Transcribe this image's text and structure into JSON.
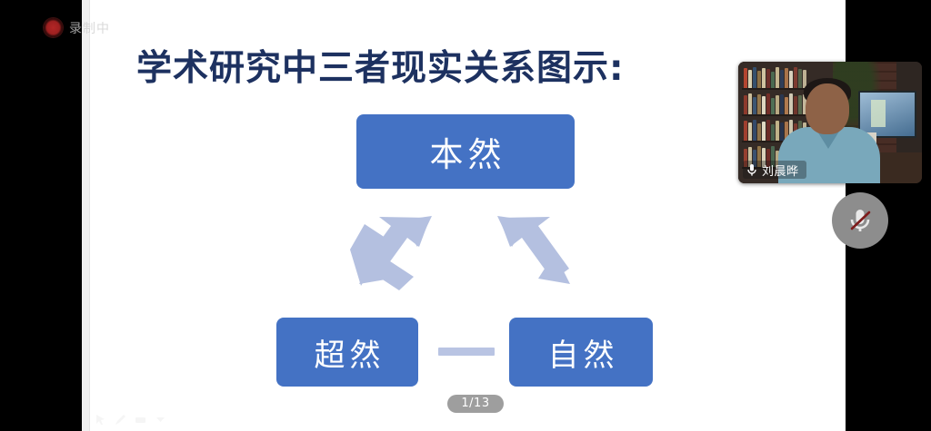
{
  "recording": {
    "label": "录制中",
    "dot_color": "#a02323"
  },
  "slide": {
    "title": "学术研究中三者现实关系图示:",
    "title_color": "#1d3160",
    "node_color": "#4472c4",
    "arrow_color": "#b4c0e0",
    "page_indicator": "1/13",
    "nodes": [
      {
        "id": "top",
        "label": "本然"
      },
      {
        "id": "left",
        "label": "超然"
      },
      {
        "id": "right",
        "label": "自然"
      }
    ],
    "toolbar_icons": [
      "pointer-icon",
      "pen-icon",
      "eraser-icon",
      "chevron-down-icon"
    ]
  },
  "video": {
    "participant_name": "刘晨晔",
    "mic_state": "unmuted"
  },
  "controls": {
    "mute_button": {
      "icon": "microphone-muted-icon",
      "state": "muted"
    }
  }
}
